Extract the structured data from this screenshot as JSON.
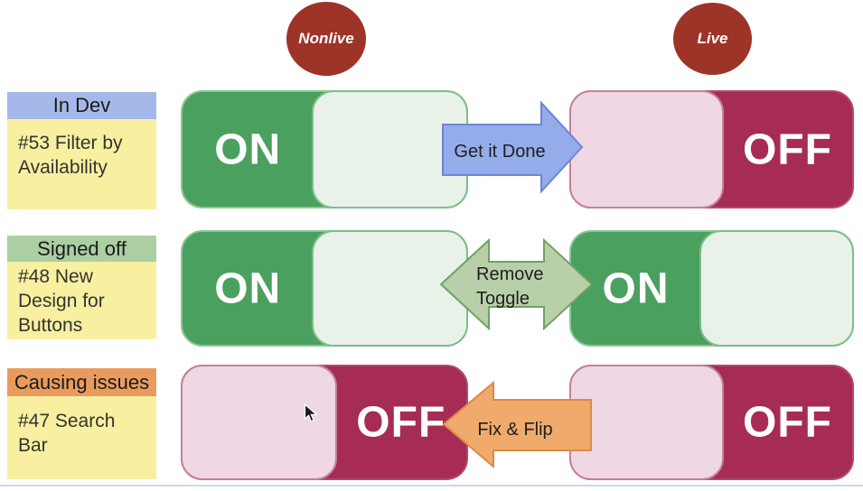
{
  "environments": [
    {
      "label": "Nonlive"
    },
    {
      "label": "Live"
    }
  ],
  "rows": [
    {
      "status_label": "In Dev",
      "feature_label": "#53 Filter by Availability",
      "nonlive_state": "ON",
      "live_state": "OFF",
      "arrow_label": "Get it Done",
      "arrow_direction": "right"
    },
    {
      "status_label": "Signed off",
      "feature_label": "#48 New Design for Buttons",
      "nonlive_state": "ON",
      "live_state": "ON",
      "arrow_label": "Remove Toggle",
      "arrow_direction": "left-right"
    },
    {
      "status_label": "Causing issues",
      "feature_label": "#47 Search Bar",
      "nonlive_state": "OFF",
      "live_state": "OFF",
      "arrow_label": "Fix & Flip",
      "arrow_direction": "left"
    }
  ],
  "colors": {
    "toggle_on": "#4aa05e",
    "toggle_on_track": "#e8f2e8",
    "toggle_off": "#a62c55",
    "toggle_off_track": "#efd7e3",
    "environment_badge": "#9e3328",
    "status_in_dev": "#a5b8ea",
    "status_signed_off": "#abcfa3",
    "status_causing_issues": "#e99b5e",
    "card_body": "#f8f0a0",
    "arrow_get_it_done": "#95aceb",
    "arrow_remove_toggle": "#b9cfa9",
    "arrow_fix_flip": "#f0aa6c"
  }
}
